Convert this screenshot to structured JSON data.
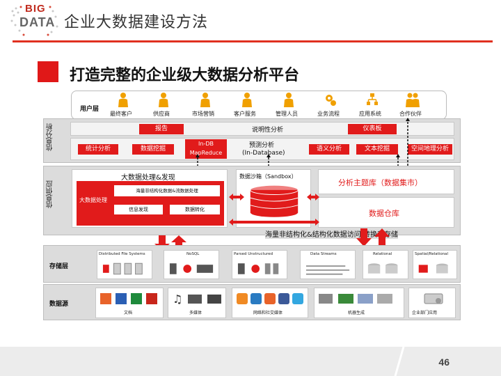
{
  "header": {
    "logo_big": "BIG",
    "logo_data": "DATA",
    "title": "企业大数据建设方法"
  },
  "slide": {
    "title": "打造完整的企业级大数据分析平台"
  },
  "user_layer": {
    "label": "用户层",
    "users": [
      "最终客户",
      "供应商",
      "市场营销",
      "客户服务",
      "管理人员",
      "业务流程",
      "应用系统",
      "合作伙伴"
    ]
  },
  "info_analysis": {
    "side_label": "信息分析",
    "descriptive": {
      "report": "报告",
      "label": "说明性分析",
      "dashboard": "仪表板"
    },
    "predictive": {
      "buttons_left": [
        "统计分析",
        "数据挖掘"
      ],
      "indb_line1": "In-DB",
      "indb_line2": "MapReduce",
      "label_line1": "预测分析",
      "label_line2": "(In-Database)",
      "buttons_right": [
        "语义分析",
        "文本挖掘",
        "空间地理分析"
      ]
    }
  },
  "info_supply": {
    "side_label": "信息供应",
    "bigdata_title": "大数据处理&发现",
    "bigdata_proc": "大数据处理",
    "proc_top": "海量非结构化数据&流数据处理",
    "proc_left": "信息发现",
    "proc_right": "数据转化",
    "sandbox": "数据沙箱（Sandbox）",
    "subject_lib": "分析主题库（数据集市）",
    "warehouse": "数据仓库",
    "access_note": "海量非结构化&结构化数据访问,转换和存储"
  },
  "storage_layer": {
    "label": "存储层",
    "stores": [
      "Distributed File Systems",
      "NoSQL",
      "Parsed Unstructured",
      "Data Streams",
      "Relational",
      "Spatial/Relational"
    ]
  },
  "data_source": {
    "label": "数据源",
    "groups": [
      "文档",
      "多媒体",
      "网络和社交媒体",
      "机器生成",
      "企业部门应用"
    ]
  },
  "colors": {
    "accent": "#e11b1b",
    "panel": "#dcdcdc"
  },
  "page_number": "46"
}
